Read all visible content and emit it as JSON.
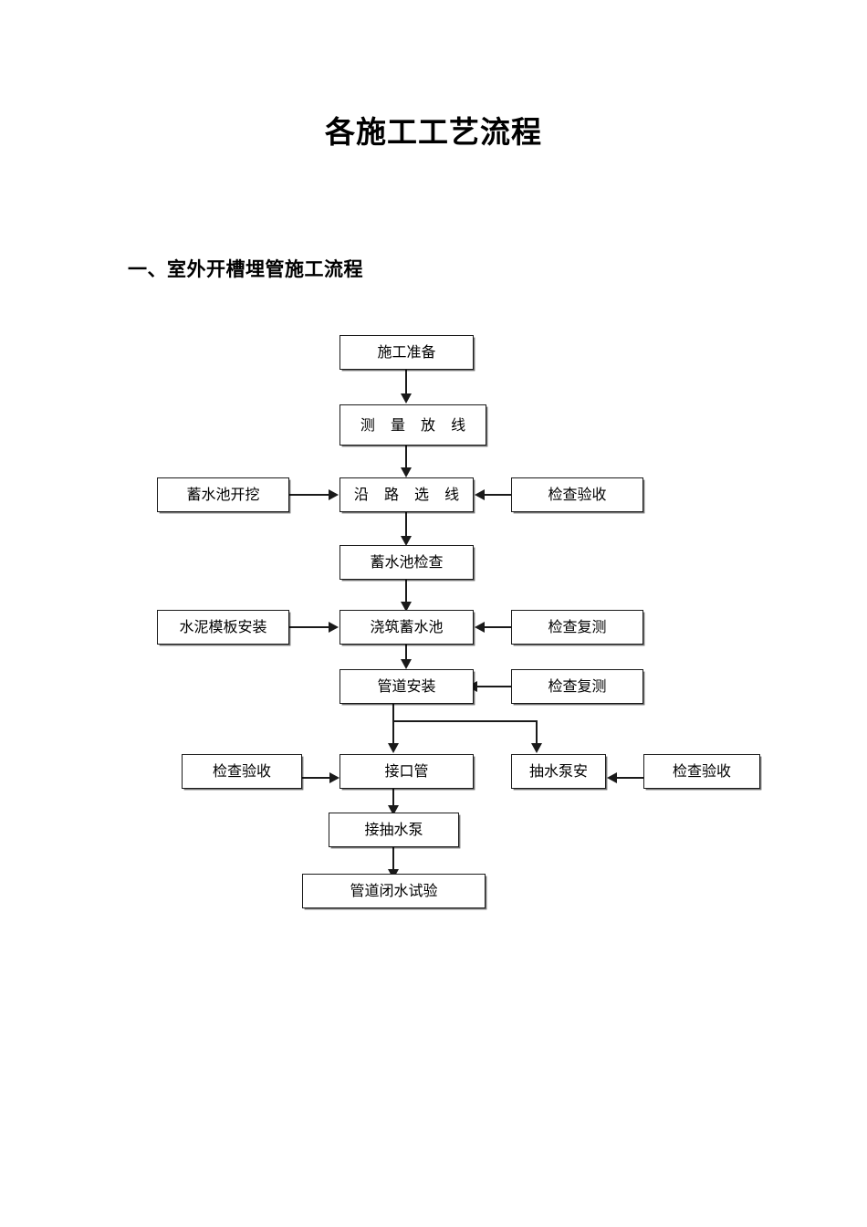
{
  "document": {
    "title": "各施工工艺流程",
    "section_heading": "一、室外开槽埋管施工流程"
  },
  "colors": {
    "text": "#000000",
    "line": "#1a1a1a",
    "background": "#ffffff"
  },
  "flowchart": {
    "type": "flowchart",
    "orientation": "top-to-bottom",
    "nodes": [
      {
        "id": "n1",
        "label": "施工准备",
        "column": "center",
        "row": 1
      },
      {
        "id": "n2",
        "label": "测 量 放 线",
        "column": "center",
        "row": 2,
        "spaced": true
      },
      {
        "id": "n3",
        "label": "蓄水池开挖",
        "column": "left",
        "row": 3
      },
      {
        "id": "n4",
        "label": "沿 路 选 线",
        "column": "center",
        "row": 3,
        "spaced": true
      },
      {
        "id": "n5",
        "label": "检查验收",
        "column": "right",
        "row": 3
      },
      {
        "id": "n6",
        "label": "蓄水池检查",
        "column": "center",
        "row": 4
      },
      {
        "id": "n7",
        "label": "水泥模板安装",
        "column": "left",
        "row": 5
      },
      {
        "id": "n8",
        "label": "浇筑蓄水池",
        "column": "center",
        "row": 5
      },
      {
        "id": "n9",
        "label": "检查复测",
        "column": "right",
        "row": 5
      },
      {
        "id": "n10",
        "label": "管道安装",
        "column": "center",
        "row": 6
      },
      {
        "id": "n11",
        "label": "检查复测",
        "column": "right",
        "row": 6
      },
      {
        "id": "n12",
        "label": "检查验收",
        "column": "left",
        "row": 7
      },
      {
        "id": "n13",
        "label": "接口管",
        "column": "center",
        "row": 7
      },
      {
        "id": "n14",
        "label": "抽水泵安",
        "column": "right-mid",
        "row": 7
      },
      {
        "id": "n15",
        "label": "检查验收",
        "column": "far-right",
        "row": 7
      },
      {
        "id": "n16",
        "label": "接抽水泵",
        "column": "center",
        "row": 8
      },
      {
        "id": "n17",
        "label": "管道闭水试验",
        "column": "center",
        "row": 9
      }
    ],
    "edges": [
      {
        "from": "n1",
        "to": "n2",
        "direction": "down"
      },
      {
        "from": "n2",
        "to": "n4",
        "direction": "down"
      },
      {
        "from": "n3",
        "to": "n4",
        "direction": "right"
      },
      {
        "from": "n5",
        "to": "n4",
        "direction": "left"
      },
      {
        "from": "n4",
        "to": "n6",
        "direction": "down"
      },
      {
        "from": "n6",
        "to": "n8",
        "direction": "down"
      },
      {
        "from": "n7",
        "to": "n8",
        "direction": "right"
      },
      {
        "from": "n9",
        "to": "n8",
        "direction": "left"
      },
      {
        "from": "n8",
        "to": "n10",
        "direction": "down"
      },
      {
        "from": "n11",
        "to": "n10",
        "direction": "left"
      },
      {
        "from": "n10",
        "to": "n13",
        "direction": "down"
      },
      {
        "from": "n10",
        "to": "n14",
        "direction": "down-branch-right"
      },
      {
        "from": "n12",
        "to": "n13",
        "direction": "right"
      },
      {
        "from": "n15",
        "to": "n14",
        "direction": "left"
      },
      {
        "from": "n13",
        "to": "n16",
        "direction": "down"
      },
      {
        "from": "n16",
        "to": "n17",
        "direction": "down"
      }
    ]
  }
}
